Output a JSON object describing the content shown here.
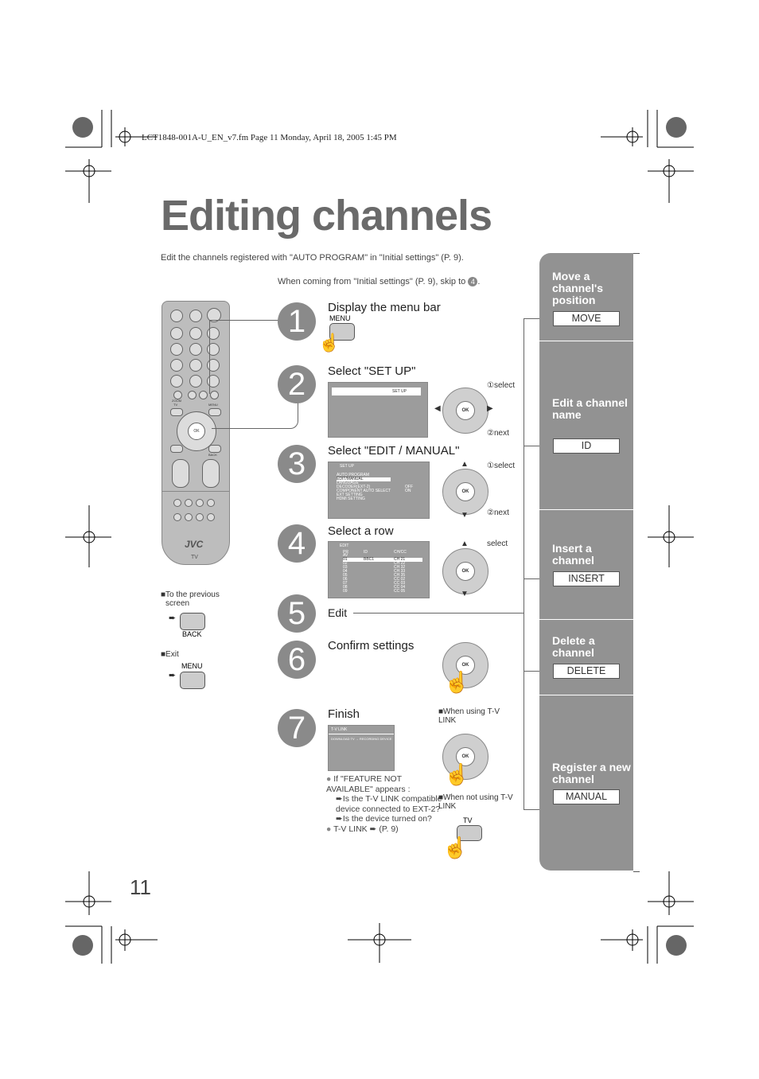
{
  "header": {
    "file_line": "LCT1848-001A-U_EN_v7.fm  Page 11  Monday, April 18, 2005  1:45 PM"
  },
  "page": {
    "title": "Editing channels",
    "intro": "Edit the channels registered with \"AUTO PROGRAM\" in \"Initial settings\"  (P. 9).",
    "skip_note": "When coming from \"Initial settings\" (P. 9), skip to",
    "skip_target": "4",
    "page_number": "11"
  },
  "remote": {
    "brand": "JVC",
    "tv_label": "TV",
    "ok": "OK",
    "zoom": "ZOOM",
    "menu": "MENU",
    "back": "BACK",
    "tv": "TV"
  },
  "left_notes": {
    "prev_screen": "To the previous screen",
    "back_button": "BACK",
    "exit": "Exit",
    "menu_button": "MENU"
  },
  "steps": [
    {
      "num": "1",
      "title": "Display the menu bar",
      "button": "MENU"
    },
    {
      "num": "2",
      "title": "Select \"SET UP\"",
      "screen_label": "SET UP",
      "hint1": "①select",
      "hint2": "②next"
    },
    {
      "num": "3",
      "title": "Select \"EDIT / MANUAL\"",
      "screen_header": "SET UP",
      "screen_items": [
        "AUTO PROGRAM",
        "EDIT/MANUAL",
        "LANGUAGE",
        "DECODER(EXT-2)",
        "COMPONENT AUTO SELECT",
        "EXT SETTING",
        "HDMI SETTING"
      ],
      "screen_values": [
        "OFF",
        "ON"
      ],
      "hint1": "①select",
      "hint2": "②next"
    },
    {
      "num": "4",
      "title": "Select a row",
      "screen_header": "EDIT",
      "col_pr": "PR",
      "col_id": "ID",
      "col_ch": "CH/CC",
      "rows": [
        {
          "pr": "AV",
          "id": "",
          "ch": ""
        },
        {
          "pr": "01",
          "id": "BBC1",
          "ch": "CH  21"
        },
        {
          "pr": "02",
          "id": "",
          "ch": "CH  22"
        },
        {
          "pr": "03",
          "id": "",
          "ch": "CH  32"
        },
        {
          "pr": "04",
          "id": "",
          "ch": "CH  33"
        },
        {
          "pr": "05",
          "id": "",
          "ch": "CH  35"
        },
        {
          "pr": "06",
          "id": "",
          "ch": "CC  02"
        },
        {
          "pr": "07",
          "id": "",
          "ch": "CC  03"
        },
        {
          "pr": "08",
          "id": "",
          "ch": "CC  04"
        },
        {
          "pr": "09",
          "id": "",
          "ch": "CC  05"
        }
      ],
      "hint1": "select"
    },
    {
      "num": "5",
      "title": "Edit"
    },
    {
      "num": "6",
      "title": "Confirm settings"
    },
    {
      "num": "7",
      "title": "Finish",
      "screen_header": "T-V LINK",
      "screen_text": "DOWNLOAD TV → RECORDING DEVICE",
      "when_using": "When using T-V LINK",
      "when_not_using": "When not using T-V LINK",
      "tv_button": "TV",
      "note1": "If \"FEATURE NOT AVAILABLE\" appears :",
      "note1a": "Is the T-V LINK compatible device connected to EXT-2?",
      "note1b": "Is the device turned on?",
      "note2": "T-V LINK",
      "note2_ref": "(P. 9)"
    }
  ],
  "sidebar": [
    {
      "title": "Move a channel's position",
      "button": "MOVE"
    },
    {
      "title": "Edit a channel name",
      "button": "ID"
    },
    {
      "title": "Insert a channel",
      "button": "INSERT"
    },
    {
      "title": "Delete a channel",
      "button": "DELETE"
    },
    {
      "title": "Register a new channel",
      "button": "MANUAL"
    }
  ],
  "colors": {
    "sidebar": "#929292",
    "step_circle": "#8a8a8a",
    "title": "#6a6a6a"
  }
}
